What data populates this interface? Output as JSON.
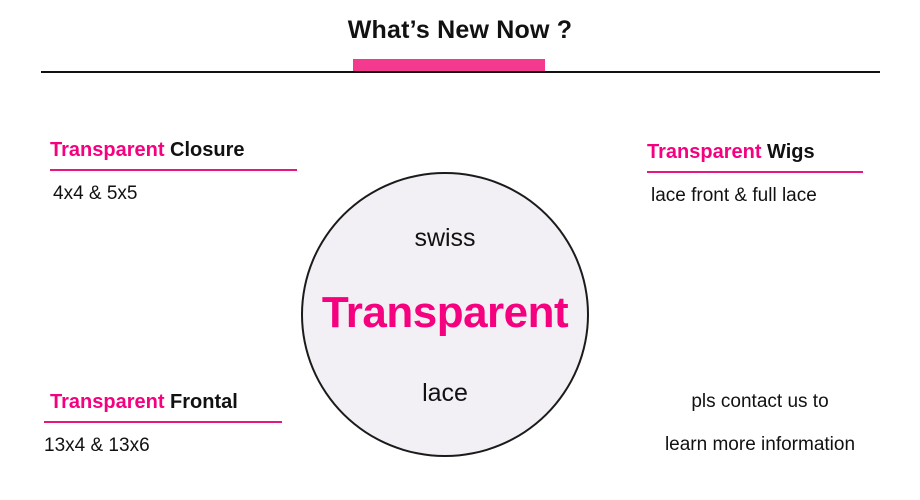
{
  "header": {
    "title": "What’s New Now ?",
    "accent_color": "#f43a8f",
    "rule_color": "#111111"
  },
  "theme": {
    "accent_pink": "#f5017f",
    "underline_pink": "#e6177f",
    "text_black": "#111111",
    "circle_fill": "#f2f0f4",
    "circle_stroke": "#1b1b1b",
    "background": "#ffffff"
  },
  "center": {
    "top_word": "swiss",
    "main_word": "Transparent",
    "bottom_word": "lace"
  },
  "blocks": {
    "closure": {
      "heading_accent": "Transparent",
      "heading_rest": "Closure",
      "sub": "4x4 & 5x5"
    },
    "wigs": {
      "heading_accent": "Transparent",
      "heading_rest": "Wigs",
      "sub": "lace front & full lace"
    },
    "frontal": {
      "heading_accent": "Transparent",
      "heading_rest": "Frontal",
      "sub": "13x4 & 13x6"
    },
    "contact": {
      "line1": "pls contact us to",
      "line2": "learn more information"
    }
  }
}
